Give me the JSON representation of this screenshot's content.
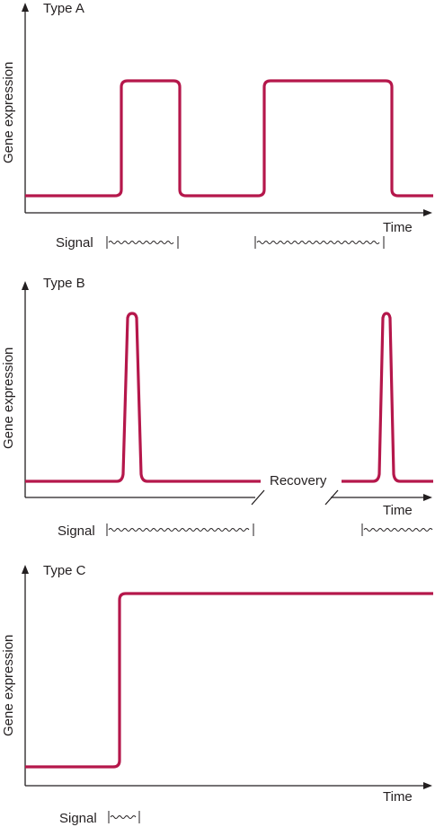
{
  "panels": [
    {
      "title": "Type A",
      "ylabel": "Gene expression",
      "xlabel": "Time",
      "signal_label": "Signal"
    },
    {
      "title": "Type B",
      "ylabel": "Gene expression",
      "xlabel": "Time",
      "signal_label": "Signal",
      "break_label": "Recovery"
    },
    {
      "title": "Type C",
      "ylabel": "Gene expression",
      "xlabel": "Time",
      "signal_label": "Signal"
    }
  ],
  "colors": {
    "trace": "#b5174b",
    "ink": "#231f20"
  }
}
